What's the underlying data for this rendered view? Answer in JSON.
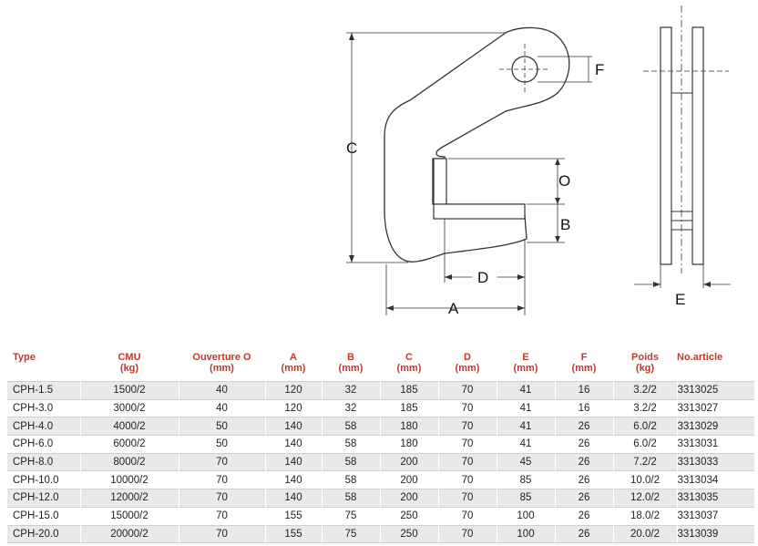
{
  "diagram": {
    "labels": {
      "A": "A",
      "B": "B",
      "C": "C",
      "D": "D",
      "E": "E",
      "F": "F",
      "O": "O"
    }
  },
  "table": {
    "headers": [
      [
        "Type",
        ""
      ],
      [
        "CMU",
        "(kg)"
      ],
      [
        "Ouverture O",
        "(mm)"
      ],
      [
        "A",
        "(mm)"
      ],
      [
        "B",
        "(mm)"
      ],
      [
        "C",
        "(mm)"
      ],
      [
        "D",
        "(mm)"
      ],
      [
        "E",
        "(mm)"
      ],
      [
        "F",
        "(mm)"
      ],
      [
        "Poids",
        "(kg)"
      ],
      [
        "No.article",
        ""
      ]
    ],
    "rows": [
      [
        "CPH-1.5",
        "1500/2",
        "40",
        "120",
        "32",
        "185",
        "70",
        "41",
        "16",
        "3.2/2",
        "3313025"
      ],
      [
        "CPH-3.0",
        "3000/2",
        "40",
        "120",
        "32",
        "185",
        "70",
        "41",
        "16",
        "3.2/2",
        "3313027"
      ],
      [
        "CPH-4.0",
        "4000/2",
        "50",
        "140",
        "58",
        "180",
        "70",
        "41",
        "26",
        "6.0/2",
        "3313029"
      ],
      [
        "CPH-6.0",
        "6000/2",
        "50",
        "140",
        "58",
        "180",
        "70",
        "41",
        "26",
        "6.0/2",
        "3313031"
      ],
      [
        "CPH-8.0",
        "8000/2",
        "70",
        "140",
        "58",
        "200",
        "70",
        "45",
        "26",
        "7.2/2",
        "3313033"
      ],
      [
        "CPH-10.0",
        "10000/2",
        "70",
        "140",
        "58",
        "200",
        "70",
        "85",
        "26",
        "10.0/2",
        "3313034"
      ],
      [
        "CPH-12.0",
        "12000/2",
        "70",
        "140",
        "58",
        "200",
        "70",
        "85",
        "26",
        "12.0/2",
        "3313035"
      ],
      [
        "CPH-15.0",
        "15000/2",
        "70",
        "155",
        "75",
        "250",
        "70",
        "100",
        "26",
        "18.0/2",
        "3313037"
      ],
      [
        "CPH-20.0",
        "20000/2",
        "70",
        "155",
        "75",
        "250",
        "70",
        "100",
        "26",
        "20.0/2",
        "3313039"
      ]
    ]
  }
}
